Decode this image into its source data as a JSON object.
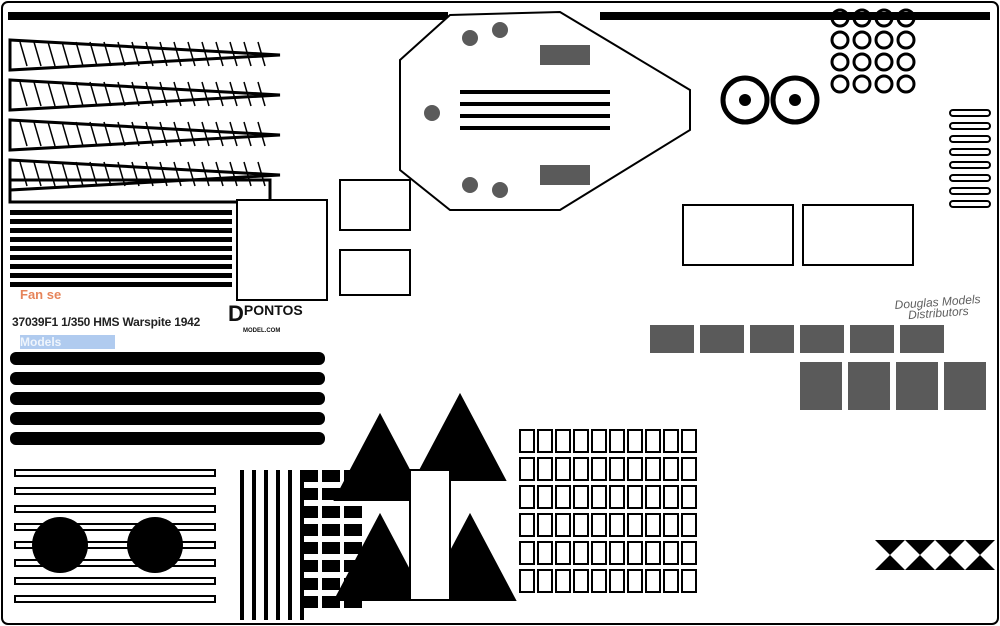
{
  "fret": {
    "product_label": "37039F1 1/350 HMS Warspite 1942",
    "brand_initial": "D",
    "brand_name": "PONTOS",
    "brand_url": "MODEL.COM",
    "watermark_right": "Douglas Models Distributors",
    "watermark_left_top": "Fan se",
    "watermark_left_bottom": "Models",
    "colors": {
      "metal": "#000000",
      "background": "#ffffff",
      "half_etch": "#5a5a5a"
    }
  }
}
